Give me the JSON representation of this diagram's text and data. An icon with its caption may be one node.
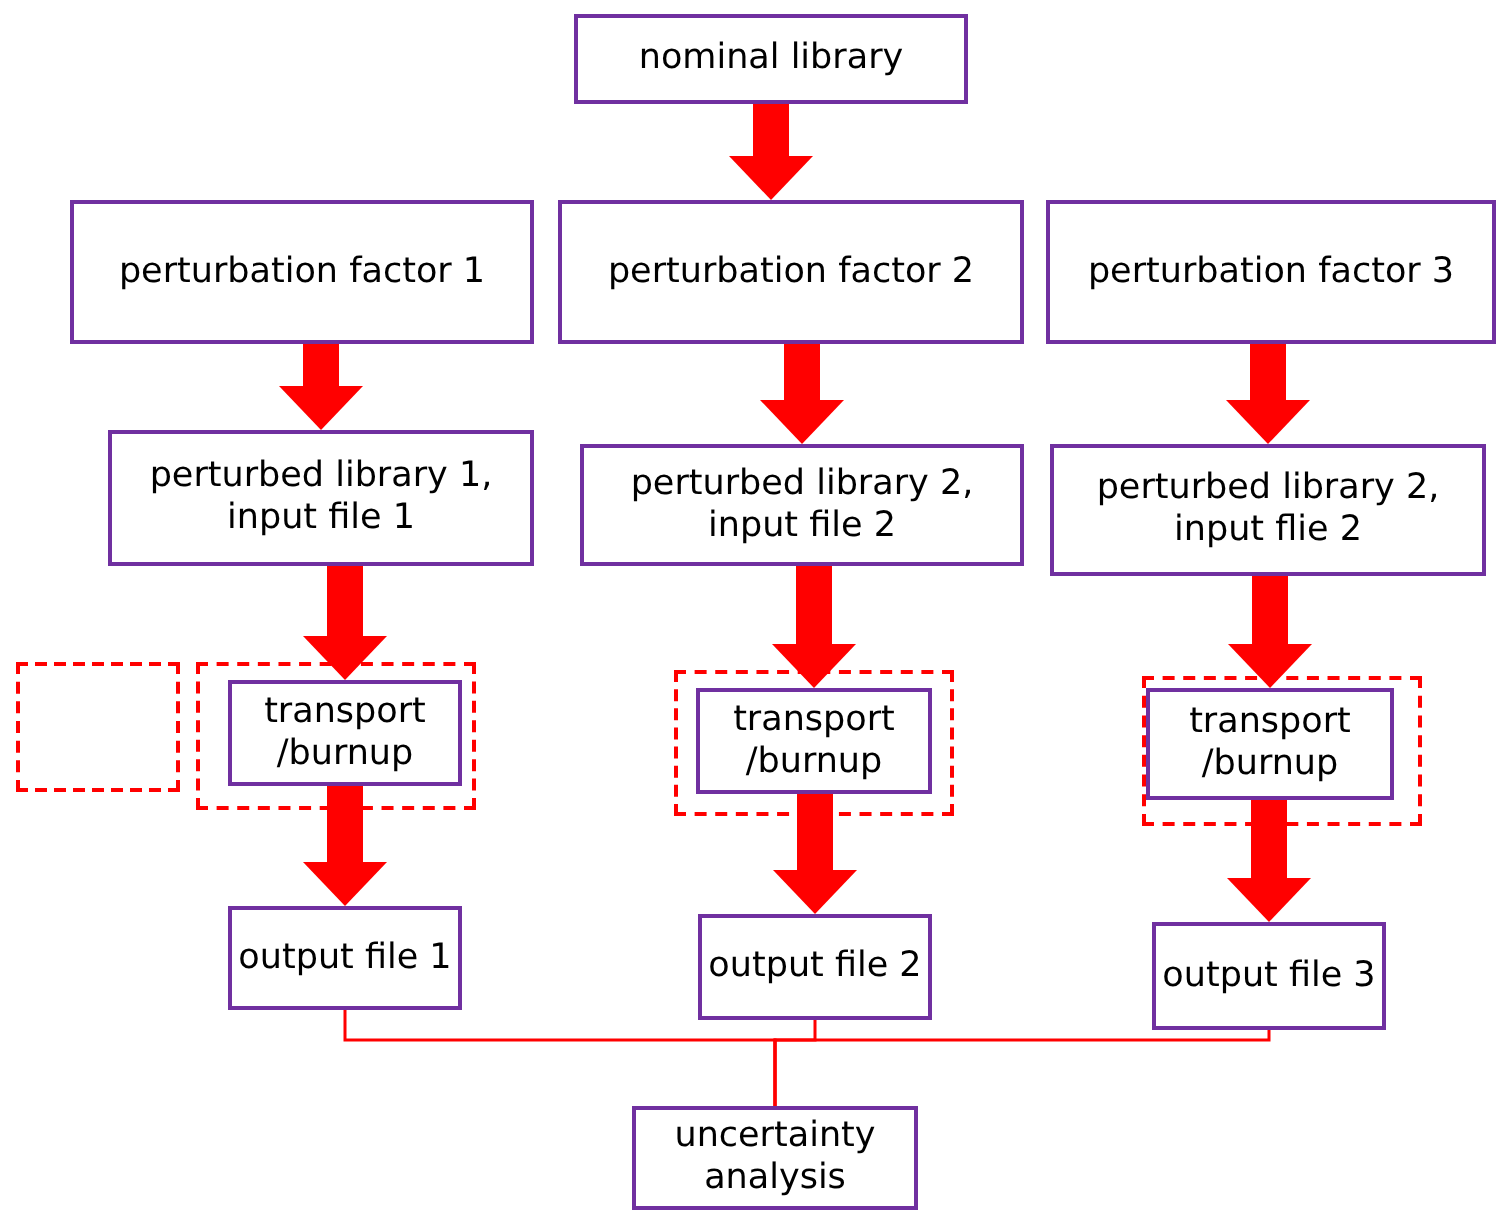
{
  "diagram": {
    "nodes": [
      {
        "text": [
          "nominal library"
        ]
      },
      {
        "text": [
          "perturbation factor 1"
        ]
      },
      {
        "text": [
          "perturbation factor 2"
        ]
      },
      {
        "text": [
          "perturbation factor 3"
        ]
      },
      {
        "text": [
          "perturbed library 1, input file 1"
        ]
      },
      {
        "text": [
          "perturbed library 2, input file 2"
        ]
      },
      {
        "text": [
          "perturbed library 2, input flie 2"
        ]
      },
      {
        "text": [],
        "shape": "box"
      },
      {
        "text": [],
        "shape": "box"
      },
      {
        "text": [
          "transport /burnup"
        ],
        "in": 8
      },
      {
        "text": [],
        "shape": "box"
      },
      {
        "text": [
          "transport /burnup"
        ],
        "in": 10
      },
      {
        "text": [],
        "shape": "box"
      },
      {
        "text": [
          "transport /burnup"
        ],
        "in": 12
      },
      {
        "text": [
          "output file 1"
        ]
      },
      {
        "text": [
          "output file 2"
        ]
      },
      {
        "text": [
          "output file 3"
        ]
      },
      {
        "text": [
          "uncertainty analysis"
        ]
      }
    ],
    "edges": [
      {
        "from": 0,
        "to": 2,
        "arrow": "to"
      },
      {
        "from": 1,
        "to": 4,
        "arrow": "to"
      },
      {
        "from": 2,
        "to": 5,
        "arrow": "to"
      },
      {
        "from": 3,
        "to": 6,
        "arrow": "to"
      },
      {
        "from": 4,
        "to": 9,
        "arrow": "to"
      },
      {
        "from": 5,
        "to": 11,
        "arrow": "to"
      },
      {
        "from": 6,
        "to": 13,
        "arrow": "to"
      },
      {
        "from": 9,
        "to": 14,
        "arrow": "to"
      },
      {
        "from": 11,
        "to": 15,
        "arrow": "to"
      },
      {
        "from": 13,
        "to": 16,
        "arrow": "to"
      },
      {
        "from": 14,
        "to": 17,
        "arrow": "none"
      },
      {
        "from": 15,
        "to": 17,
        "arrow": "none"
      },
      {
        "from": 16,
        "to": 17,
        "arrow": "none"
      }
    ]
  }
}
